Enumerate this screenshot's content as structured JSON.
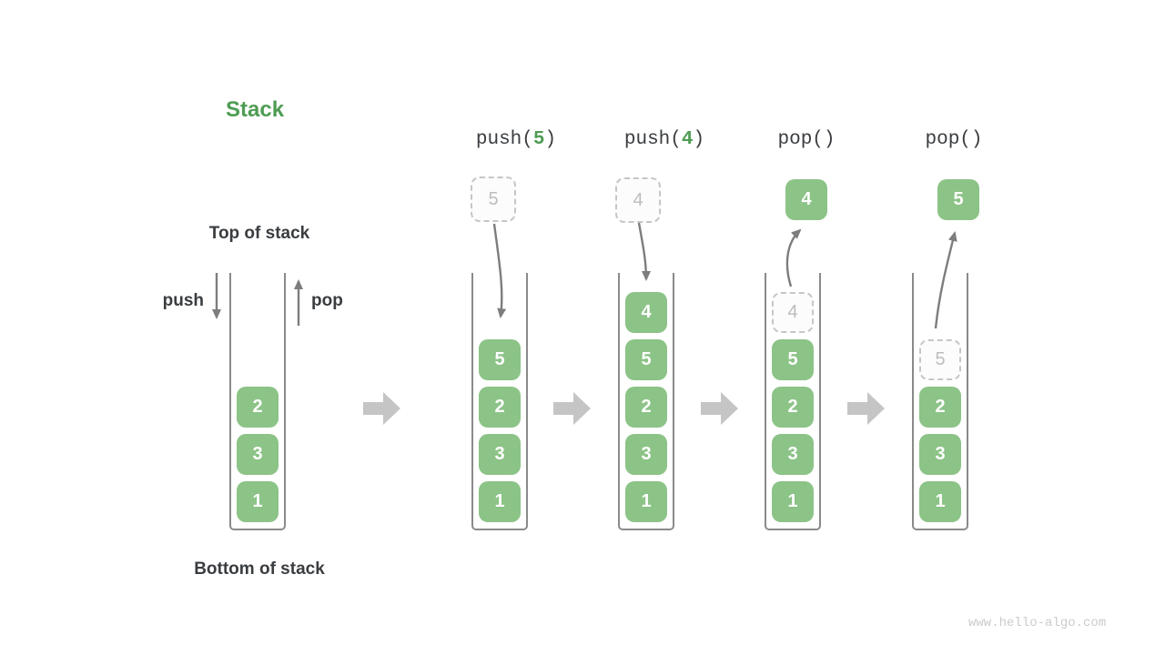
{
  "title": "Stack",
  "labels": {
    "top_of_stack": "Top of stack",
    "bottom_of_stack": "Bottom of stack",
    "push": "push",
    "pop": "pop"
  },
  "operations": {
    "push5": {
      "prefix": "push(",
      "arg": "5",
      "suffix": ")"
    },
    "push4": {
      "prefix": "push(",
      "arg": "4",
      "suffix": ")"
    },
    "pop1": {
      "prefix": "pop()",
      "arg": "",
      "suffix": ""
    },
    "pop2": {
      "prefix": "pop()",
      "arg": "",
      "suffix": ""
    }
  },
  "stacks": {
    "initial": {
      "cells": [
        "2",
        "3",
        "1"
      ]
    },
    "after_push5": {
      "incoming": "5",
      "cells": [
        "5",
        "2",
        "3",
        "1"
      ]
    },
    "after_push4": {
      "incoming": "4",
      "cells": [
        "4",
        "5",
        "2",
        "3",
        "1"
      ]
    },
    "after_pop4": {
      "popped": "4",
      "ghost": "4",
      "cells": [
        "5",
        "2",
        "3",
        "1"
      ]
    },
    "after_pop5": {
      "popped": "5",
      "ghost": "5",
      "cells": [
        "2",
        "3",
        "1"
      ]
    }
  },
  "watermark": "www.hello-algo.com",
  "colors": {
    "accent_green": "#4E9C53",
    "cell_green": "#8CC387",
    "text_dark": "#3A3D40",
    "ghost_gray": "#BDBDBD",
    "thin_arrow_gray": "#7D7D7D",
    "block_arrow_gray": "#C5C5C5",
    "well_wall_gray": "#8A8A8A"
  }
}
